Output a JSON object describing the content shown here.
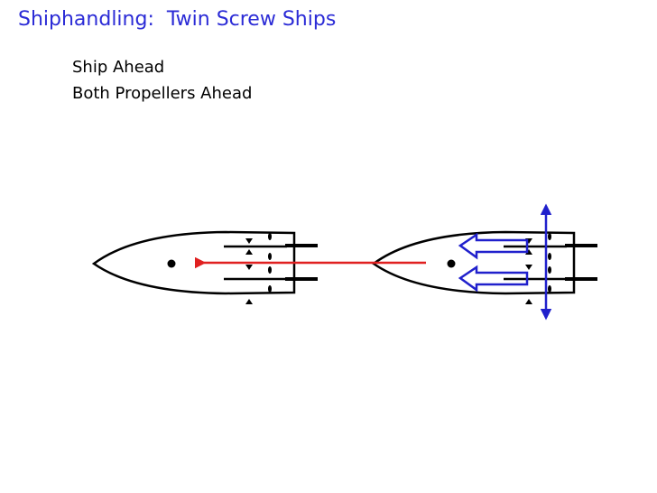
{
  "slide": {
    "title": "Shiphandling:  Twin Screw Ships",
    "subtitle_lines": [
      "Ship Ahead",
      "Both Propellers Ahead"
    ]
  },
  "diagram": {
    "ships": [
      "ship-initial",
      "ship-moved"
    ],
    "motion": "ahead",
    "colors": {
      "title": "#2b2bd6",
      "hull": "#000000",
      "ship_motion_arrow": "#e02020",
      "thrust_arrows": "#2020cc"
    }
  }
}
